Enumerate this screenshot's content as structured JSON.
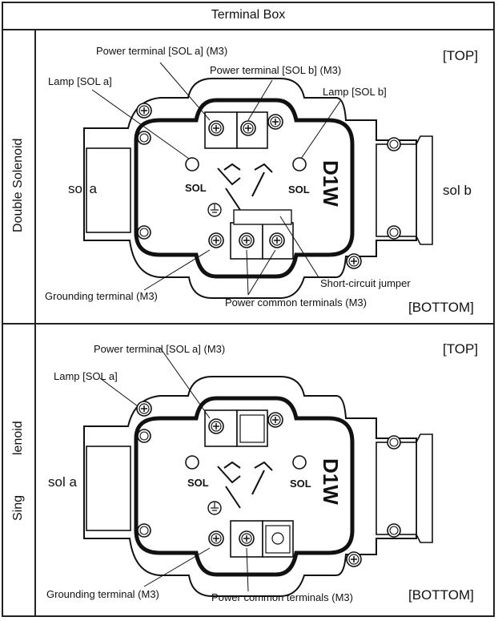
{
  "title": "Terminal Box",
  "double": {
    "side_label": "Double Solenoid",
    "top": "[TOP]",
    "bottom": "[BOTTOM]",
    "power_sol_a": "Power terminal [SOL a] (M3)",
    "power_sol_b": "Power terminal [SOL b] (M3)",
    "lamp_sol_a": "Lamp [SOL a]",
    "lamp_sol_b": "Lamp [SOL b]",
    "sol_a": "sol a",
    "sol_b": "sol b",
    "sol_left": "SOL",
    "sol_right": "SOL",
    "model": "D1W",
    "grounding": "Grounding terminal (M3)",
    "common": "Power common terminals (M3)",
    "jumper": "Short-circuit jumper"
  },
  "single": {
    "side_label_upper": "lenoid",
    "side_label_lower": "Sing",
    "top": "[TOP]",
    "bottom": "[BOTTOM]",
    "power_sol_a": "Power terminal [SOL a] (M3)",
    "lamp_sol_a": "Lamp [SOL a]",
    "sol_a": "sol a",
    "sol_left": "SOL",
    "sol_right": "SOL",
    "model": "D1W",
    "grounding": "Grounding terminal (M3)",
    "common": "Power common terminals (M3)"
  }
}
